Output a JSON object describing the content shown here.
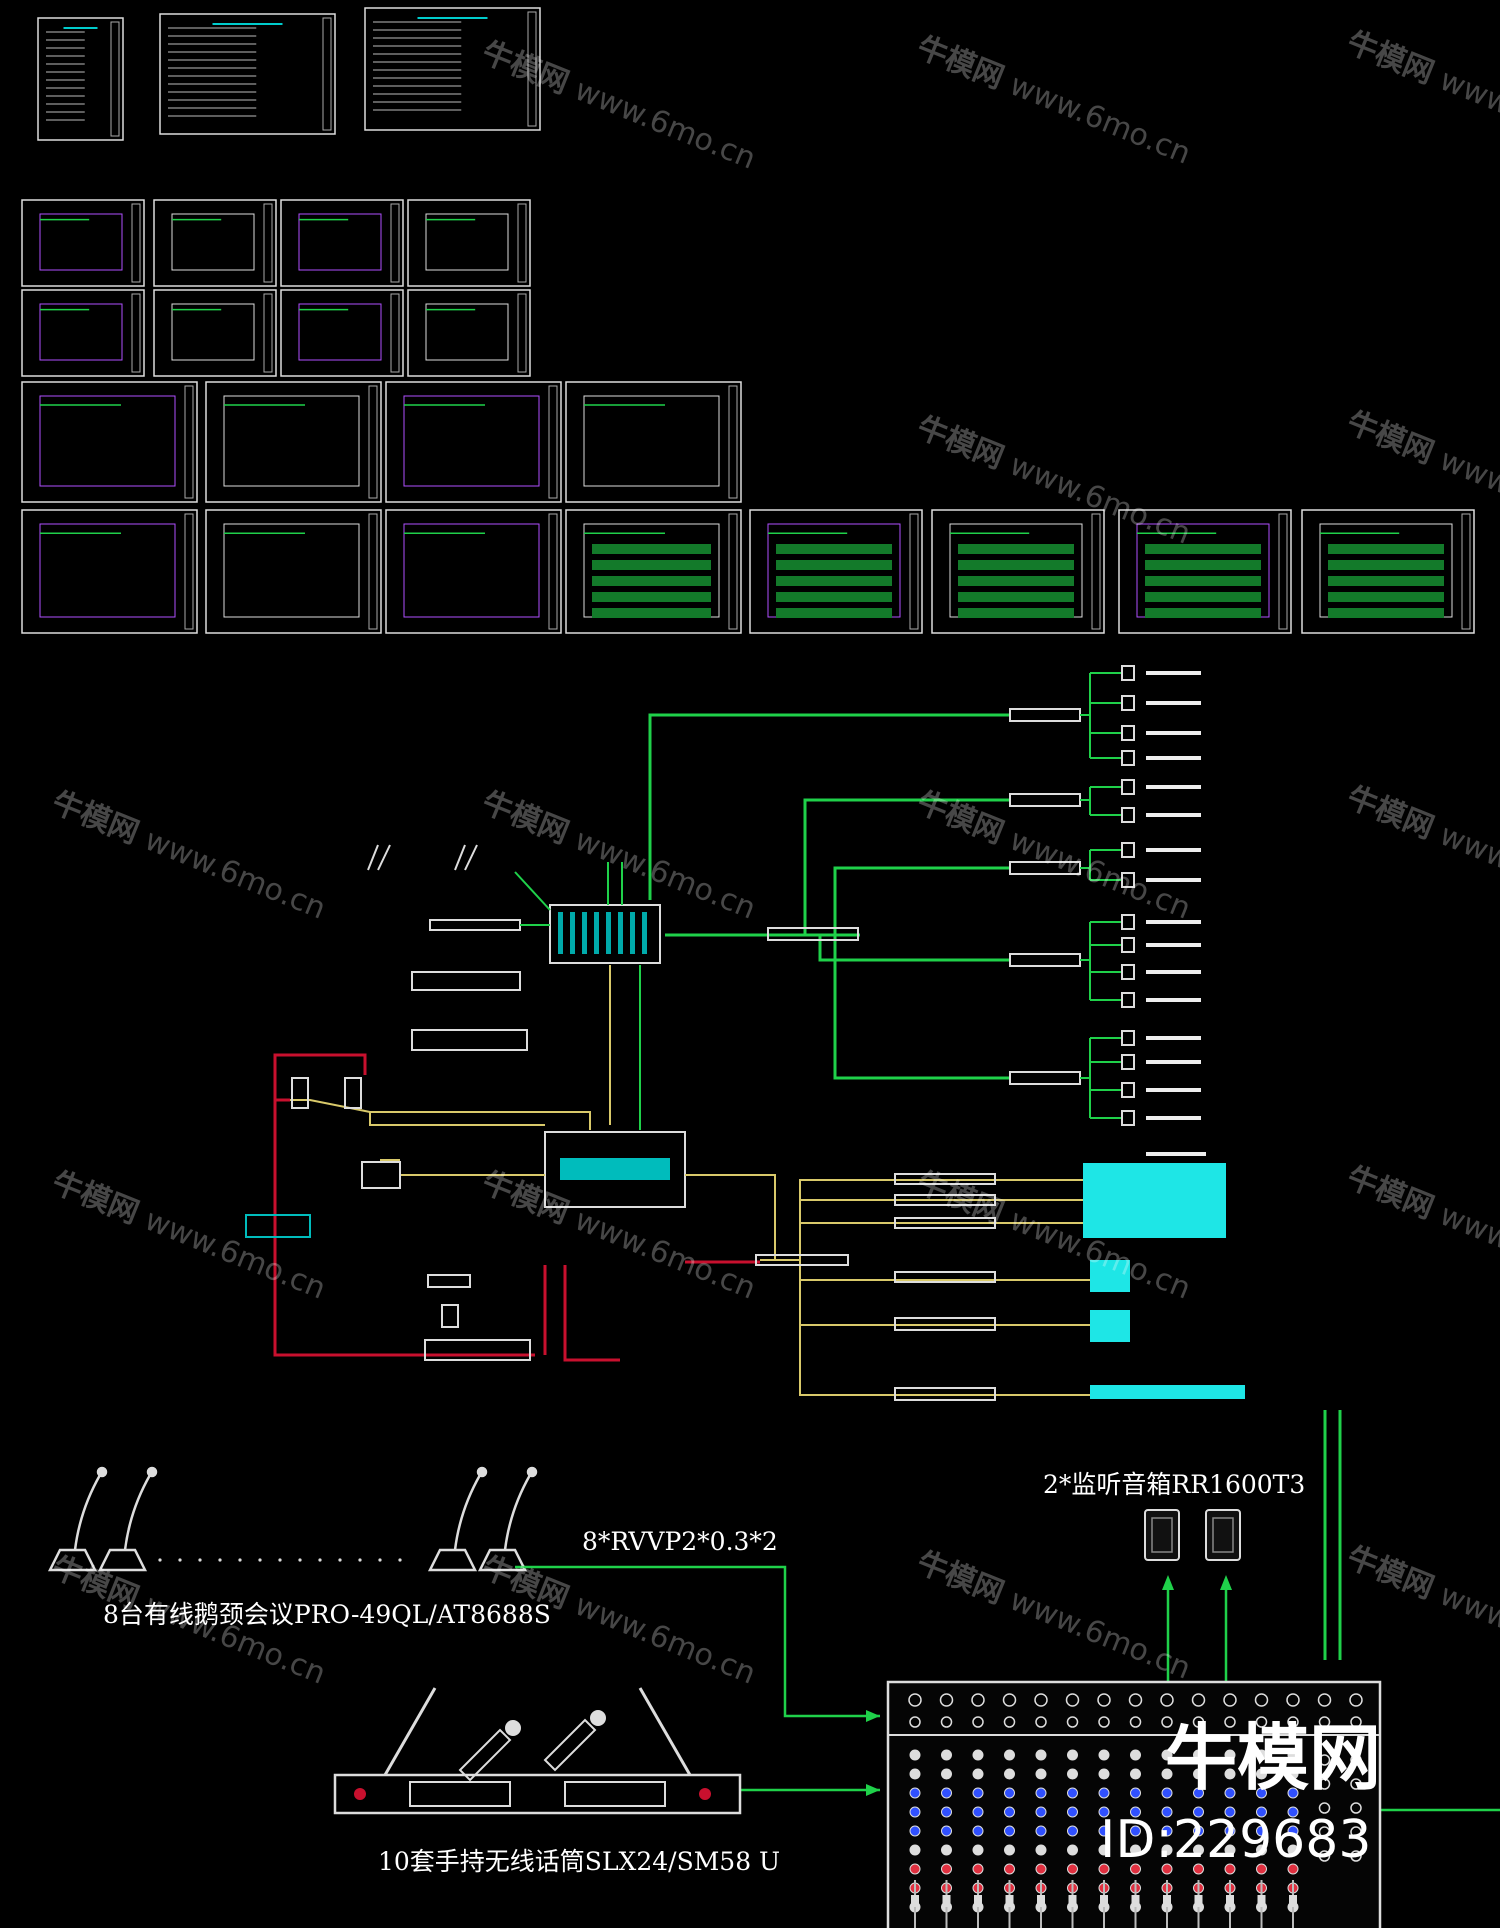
{
  "labels": {
    "monitor_speakers": "2*监听音箱RR1600T3",
    "cable_spec": "8*RVVP2*0.3*2",
    "gooseneck_mics": "8台有线鹅颈会议PRO-49QL/AT8688S",
    "wireless_mics": "10套手持无线话筒SLX24/SM58 U"
  },
  "watermark": {
    "brand": "牛模网",
    "url": "www.6mo.cn"
  },
  "corner_logo": {
    "brand": "牛模网",
    "id": "ID:229683"
  },
  "colors": {
    "background": "#000000",
    "line_green": "#1fd14a",
    "line_yellow": "#d9c96a",
    "line_red": "#c8102e",
    "cyan": "#00e0e0",
    "white": "#ffffff"
  }
}
